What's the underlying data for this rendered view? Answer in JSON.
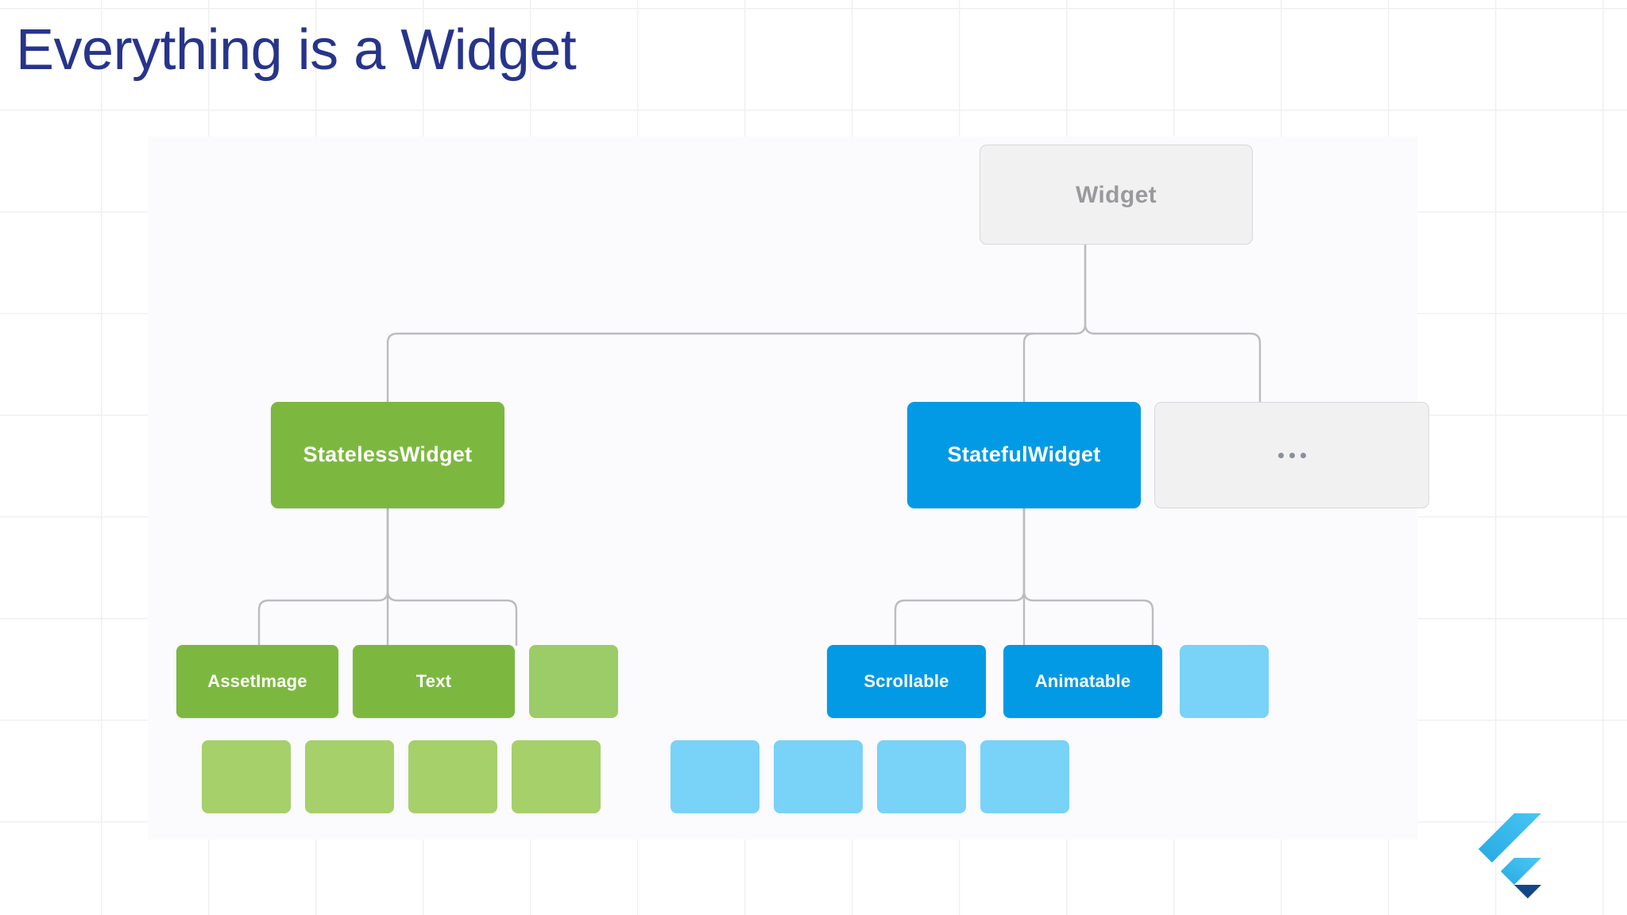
{
  "slide": {
    "title": "Everything is a Widget",
    "title_color": "#27348b",
    "background_color": "#ffffff",
    "grid_line_color": "#f0f0f3",
    "panel_color": "#fbfafd"
  },
  "brand": {
    "logo_name": "flutter-logo",
    "logo_light_blue": "#47c5f4",
    "logo_mid_blue": "#27aae1",
    "logo_dark_blue": "#13458a"
  },
  "diagram": {
    "type": "tree",
    "connector_color": "#bcbcbf",
    "root": {
      "label": "Widget",
      "fill": "#f1f1f2",
      "border": "#d8d8dc",
      "text_color": "#9a9a9e"
    },
    "level2": [
      {
        "label": "StatelessWidget",
        "fill": "#7cb83f",
        "text_color": "#ffffff"
      },
      {
        "label": "StatefulWidget",
        "fill": "#039ae5",
        "text_color": "#ffffff"
      },
      {
        "label": "...",
        "fill": "#f1f1f2",
        "border": "#d8d8dc",
        "text_color": "#8b8f99"
      }
    ],
    "stateless_children": [
      {
        "label": "AssetImage",
        "fill": "#7cb83f",
        "text_color": "#ffffff"
      },
      {
        "label": "Text",
        "fill": "#7cb83f",
        "text_color": "#ffffff"
      },
      {
        "label": "",
        "fill": "#9ccc67",
        "text_color": "#ffffff"
      }
    ],
    "stateful_children": [
      {
        "label": "Scrollable",
        "fill": "#039ae5",
        "text_color": "#ffffff"
      },
      {
        "label": "Animatable",
        "fill": "#039ae5",
        "text_color": "#ffffff"
      },
      {
        "label": "",
        "fill": "#79d2f7",
        "text_color": "#ffffff"
      }
    ],
    "stateless_stubs": [
      {
        "label": "",
        "fill": "#a5d06a"
      },
      {
        "label": "",
        "fill": "#a5d06a"
      },
      {
        "label": "",
        "fill": "#a5d06a"
      },
      {
        "label": "",
        "fill": "#a5d06a"
      }
    ],
    "stateful_stubs": [
      {
        "label": "",
        "fill": "#79d2f7"
      },
      {
        "label": "",
        "fill": "#79d2f7"
      },
      {
        "label": "",
        "fill": "#79d2f7"
      },
      {
        "label": "",
        "fill": "#79d2f7"
      }
    ]
  }
}
